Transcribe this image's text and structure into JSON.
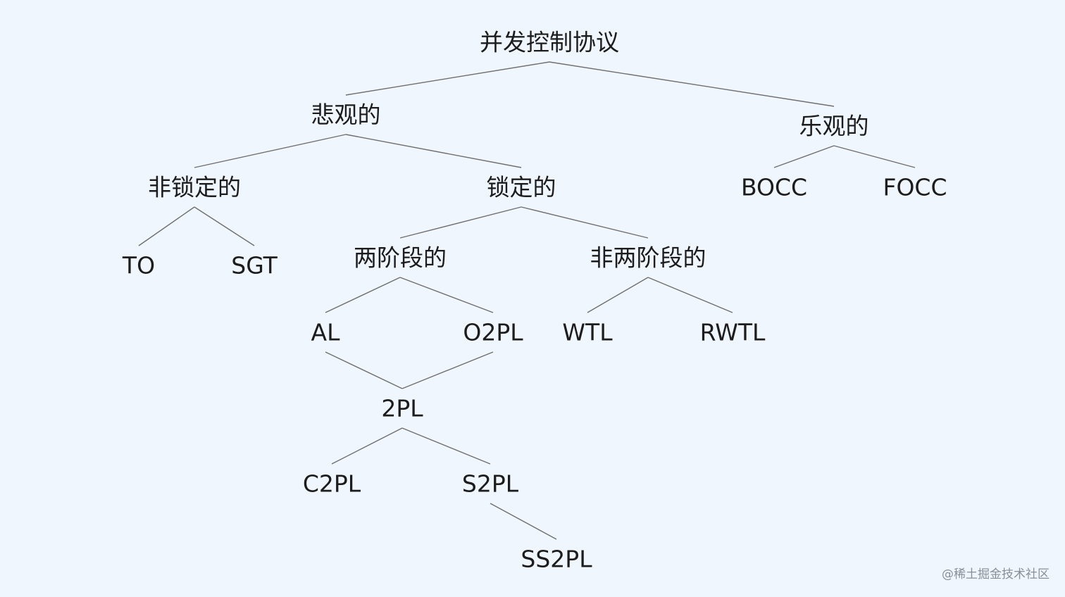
{
  "diagram": {
    "nodes": {
      "root": "并发控制协议",
      "pessimistic": "悲观的",
      "optimistic": "乐观的",
      "non_locking": "非锁定的",
      "locking": "锁定的",
      "bocc": "BOCC",
      "focc": "FOCC",
      "to": "TO",
      "sgt": "SGT",
      "two_phase": "两阶段的",
      "non_two_phase": "非两阶段的",
      "al": "AL",
      "o2pl": "O2PL",
      "wtl": "WTL",
      "rwtl": "RWTL",
      "two_pl": "2PL",
      "c2pl": "C2PL",
      "s2pl": "S2PL",
      "ss2pl": "SS2PL"
    },
    "edges": [
      [
        "root",
        "pessimistic"
      ],
      [
        "root",
        "optimistic"
      ],
      [
        "pessimistic",
        "non_locking"
      ],
      [
        "pessimistic",
        "locking"
      ],
      [
        "optimistic",
        "bocc"
      ],
      [
        "optimistic",
        "focc"
      ],
      [
        "non_locking",
        "to"
      ],
      [
        "non_locking",
        "sgt"
      ],
      [
        "locking",
        "two_phase"
      ],
      [
        "locking",
        "non_two_phase"
      ],
      [
        "two_phase",
        "al"
      ],
      [
        "two_phase",
        "o2pl"
      ],
      [
        "non_two_phase",
        "wtl"
      ],
      [
        "non_two_phase",
        "rwtl"
      ],
      [
        "al",
        "two_pl"
      ],
      [
        "o2pl",
        "two_pl"
      ],
      [
        "two_pl",
        "c2pl"
      ],
      [
        "two_pl",
        "s2pl"
      ],
      [
        "s2pl",
        "ss2pl"
      ]
    ]
  },
  "watermark": "@稀土掘金技术社区"
}
